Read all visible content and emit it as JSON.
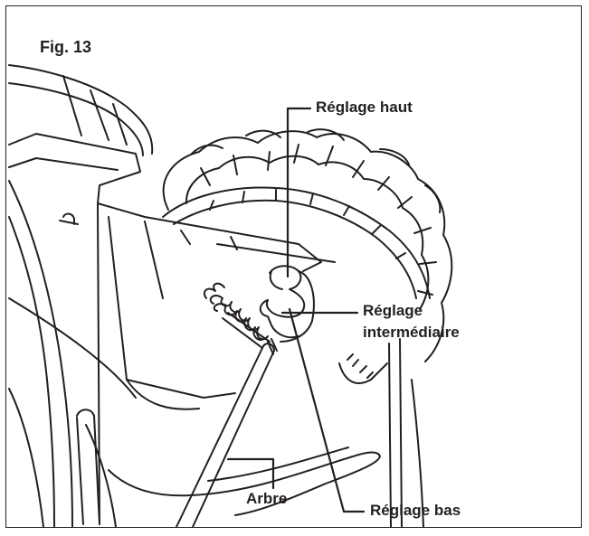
{
  "figure": {
    "title": "Fig. 13"
  },
  "callouts": {
    "top_setting": "Réglage haut",
    "middle_setting_line1": "Réglage",
    "middle_setting_line2": "intermédiaire",
    "low_setting": "Réglage bas",
    "shaft": "Arbre"
  },
  "colors": {
    "ink": "#231f20",
    "background": "#ffffff"
  }
}
